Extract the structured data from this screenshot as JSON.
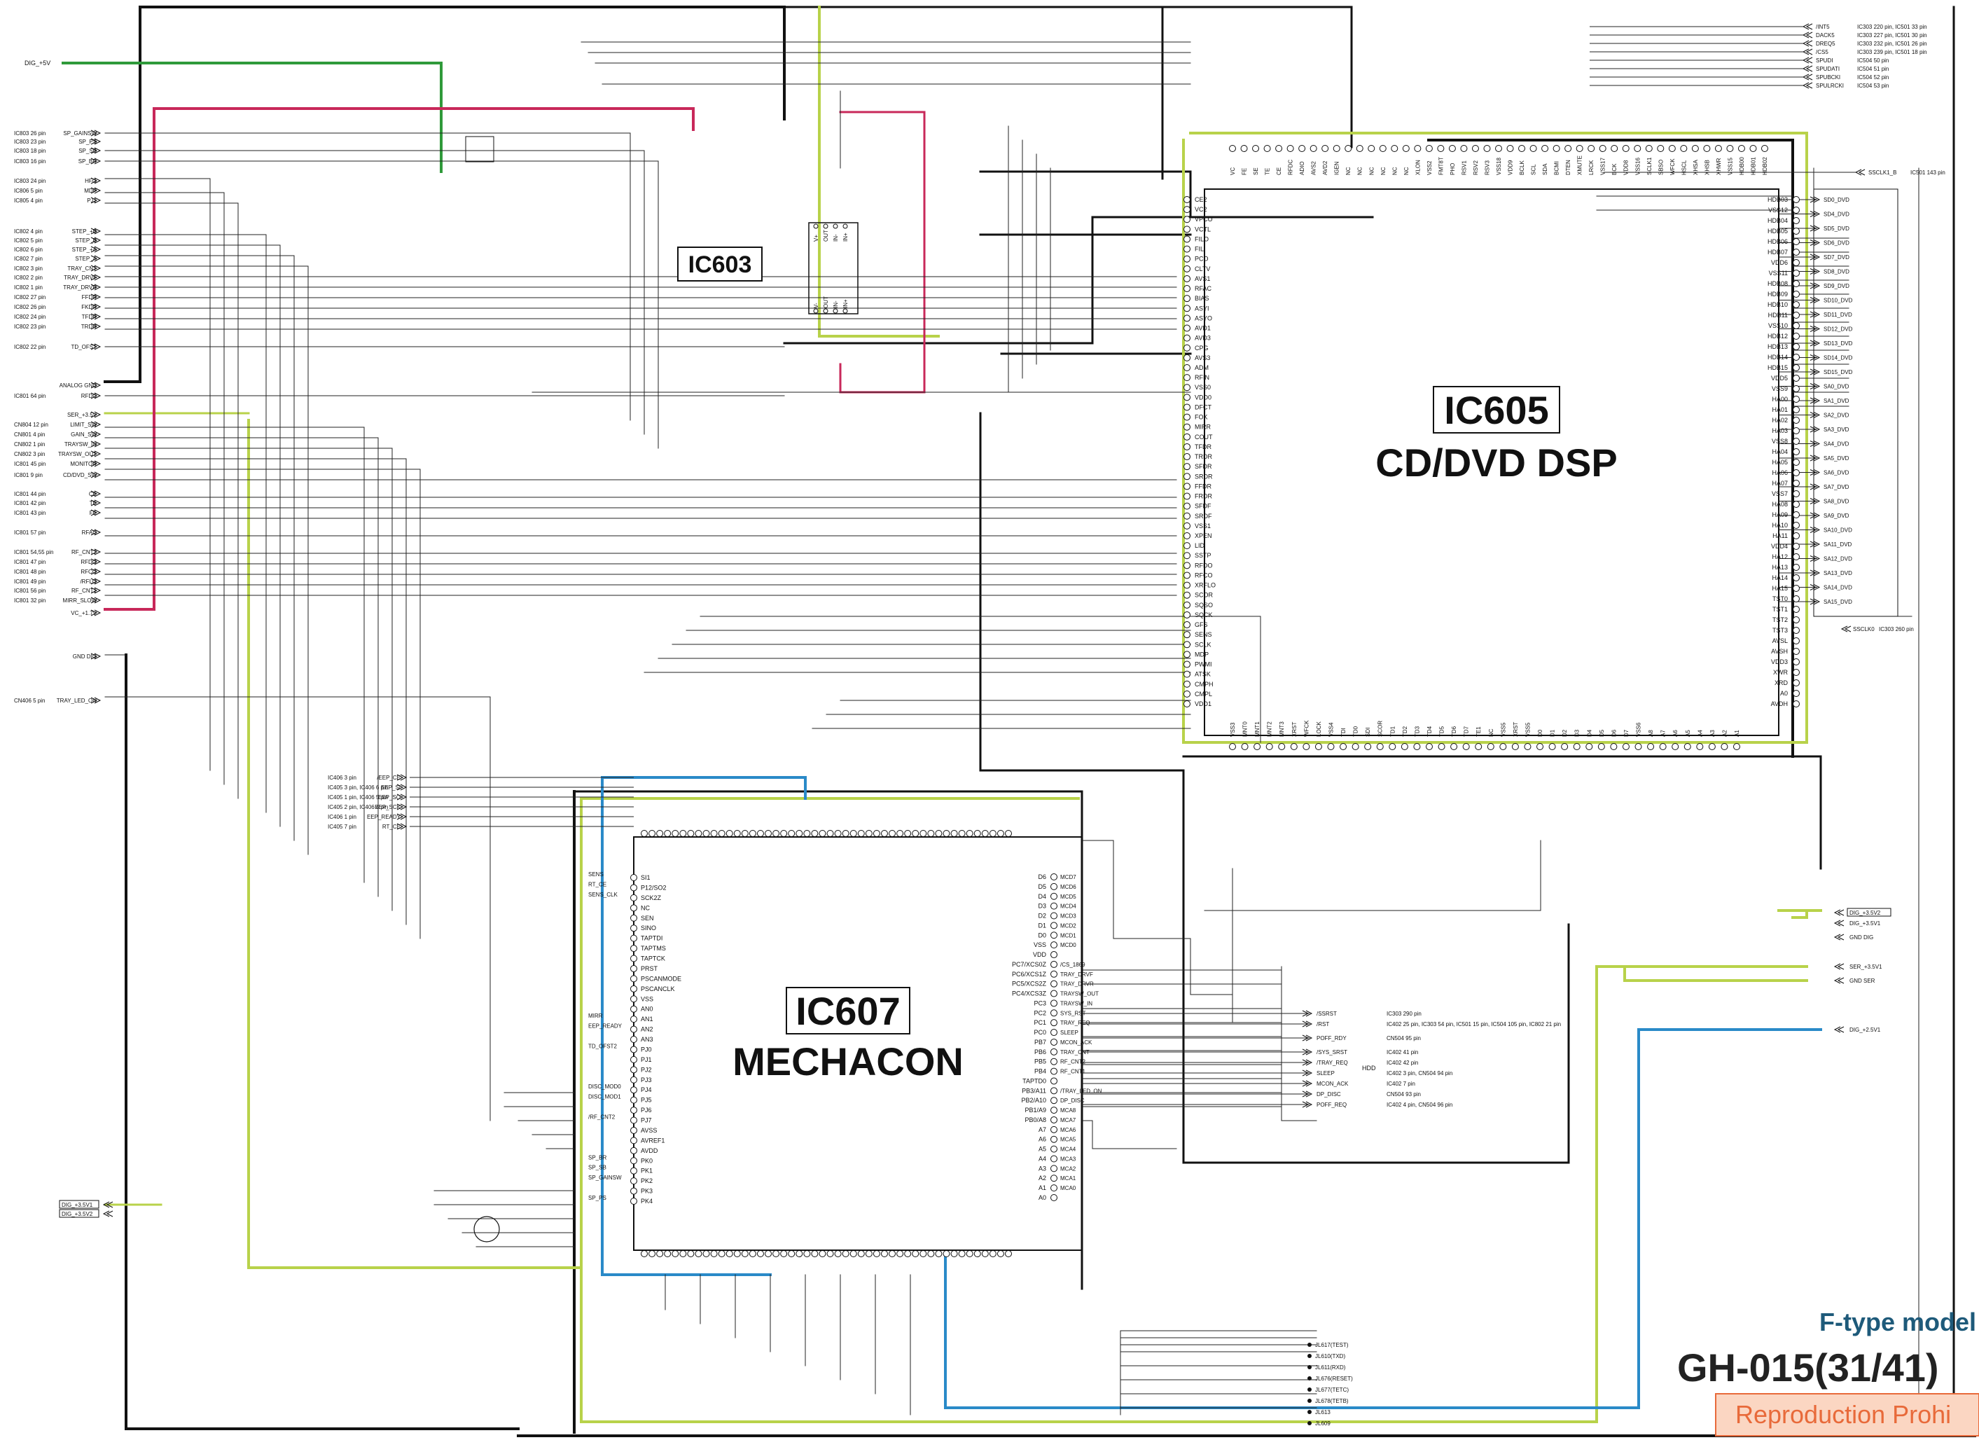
{
  "sheet": {
    "chips": {
      "ic603": {
        "name": "IC603"
      },
      "ic605": {
        "name": "IC605",
        "desc": "CD/DVD DSP"
      },
      "ic607": {
        "name": "IC607",
        "desc": "MECHACON"
      }
    },
    "model": {
      "type_label": "F-type model",
      "code": "GH-015(31/41)",
      "notice": "Reproduction Prohi"
    },
    "left_connectors": [
      {
        "ref": "IC803 26 pin",
        "sig": "SP_GAINSW"
      },
      {
        "ref": "IC803 23 pin",
        "sig": "SP_PS"
      },
      {
        "ref": "IC803 18 pin",
        "sig": "SP_SB"
      },
      {
        "ref": "IC803 16 pin",
        "sig": "SP_BR"
      },
      {
        "ref": "IC803 24 pin",
        "sig": "HFG"
      },
      {
        "ref": "IC806 5 pin",
        "sig": "MDP"
      },
      {
        "ref": "IC805 4 pin",
        "sig": "PJ1"
      },
      {
        "ref": "IC802 4 pin",
        "sig": "STEP_+B"
      },
      {
        "ref": "IC802 5 pin",
        "sig": "STEP_B"
      },
      {
        "ref": "IC802 6 pin",
        "sig": "STEP_+A"
      },
      {
        "ref": "IC802 7 pin",
        "sig": "STEP_A"
      },
      {
        "ref": "IC802 3 pin",
        "sig": "TRAY_CNT"
      },
      {
        "ref": "IC802 2 pin",
        "sig": "TRAY_DRVF"
      },
      {
        "ref": "IC802 1 pin",
        "sig": "TRAY_DRVR"
      },
      {
        "ref": "IC802 27 pin",
        "sig": "FFDR"
      },
      {
        "ref": "IC802 26 pin",
        "sig": "FKDR"
      },
      {
        "ref": "IC802 24 pin",
        "sig": "TFDR"
      },
      {
        "ref": "IC802 23 pin",
        "sig": "TRDR"
      },
      {
        "ref": "IC802 22 pin",
        "sig": "TD_OFST"
      },
      {
        "ref": "",
        "sig": "ANALOG GND"
      },
      {
        "ref": "IC801 64 pin",
        "sig": "RFDC"
      },
      {
        "ref": "",
        "sig": "SER_+3.5V"
      },
      {
        "ref": "CN804 12 pin",
        "sig": "LIMIT_SW"
      },
      {
        "ref": "CN801 4 pin",
        "sig": "GAIN_SW"
      },
      {
        "ref": "CN802 1 pin",
        "sig": "TRAYSW_IN"
      },
      {
        "ref": "CN802 3 pin",
        "sig": "TRAYSW_OUT"
      },
      {
        "ref": "IC801 45 pin",
        "sig": "MONITOR"
      },
      {
        "ref": "IC801 9 pin",
        "sig": "CD/DVD_SW"
      },
      {
        "ref": "IC801 44 pin",
        "sig": "CE"
      },
      {
        "ref": "IC801 42 pin",
        "sig": "TE"
      },
      {
        "ref": "IC801 43 pin",
        "sig": "FE"
      },
      {
        "ref": "IC801 57 pin",
        "sig": "RFAC"
      },
      {
        "ref": "IC801 54,55 pin",
        "sig": "RF_CNT2"
      },
      {
        "ref": "IC801 47 pin",
        "sig": "RFDO"
      },
      {
        "ref": "IC801 48 pin",
        "sig": "RFCO"
      },
      {
        "ref": "IC801 49 pin",
        "sig": "/RFLO"
      },
      {
        "ref": "IC801 56 pin",
        "sig": "RF_CNT1"
      },
      {
        "ref": "IC801 32 pin",
        "sig": "MIRR_SLOW"
      },
      {
        "ref": "",
        "sig": "VC_+1.7V"
      },
      {
        "ref": "",
        "sig": "GND DIG"
      },
      {
        "ref": "CN406 5 pin",
        "sig": "TRAY_LED_ON"
      }
    ],
    "top_left_label": "DIG_+5V",
    "ic603_pins": [
      "V+",
      "OUT",
      "IN-",
      "IN+",
      "V-",
      "OUT",
      "IN-",
      "IN+"
    ],
    "ic605_left_pins": [
      "CE2",
      "VC2",
      "VPCO",
      "VCTL",
      "FILO",
      "FILI",
      "PCO",
      "CLTV",
      "AVS1",
      "RFAC",
      "BIAS",
      "ASYI",
      "ASYO",
      "AVD1",
      "AVD3",
      "CPG",
      "AVS3",
      "ADM",
      "RFIN",
      "VSS0",
      "VDD0",
      "DFCT",
      "FOK",
      "MIRR",
      "COUT",
      "TFDR",
      "TRDR",
      "SFDR",
      "SRDR",
      "FFDR",
      "FRDR",
      "SFDF",
      "SRDF",
      "VSS1",
      "XPEN",
      "LID",
      "SSTP",
      "RFDO",
      "RFCO",
      "XRFLO",
      "SCOR",
      "SQSO",
      "SQCK",
      "GFS",
      "SENS",
      "SCLK",
      "MDP",
      "PWMI",
      "ATSK",
      "CMPH",
      "CMPL",
      "VDD1"
    ],
    "ic605_right_pins": [
      "HDB03",
      "VSS12",
      "HDB04",
      "HDB05",
      "HDB06",
      "HDB07",
      "VDD6",
      "VSS11",
      "HDB08",
      "HDB09",
      "HDB10",
      "HDB11",
      "VSS10",
      "HDB12",
      "HDB13",
      "HDB14",
      "HDB15",
      "VDD5",
      "VSS9",
      "HA00",
      "HA01",
      "HA02",
      "HA03",
      "VSS8",
      "HA04",
      "HA05",
      "HA06",
      "HA07",
      "VSS7",
      "HA08",
      "HA09",
      "HA10",
      "HA11",
      "VDD4",
      "HA12",
      "HA13",
      "HA14",
      "HA15",
      "TST0",
      "TST1",
      "TST2",
      "TST3",
      "AVSL",
      "AVSH",
      "VDD3",
      "XWR",
      "XRD",
      "A0",
      "AVDH"
    ],
    "ic605_top_pins": [
      "VC",
      "FE",
      "SE",
      "TE",
      "CE",
      "RFDC",
      "ADIO",
      "AVS2",
      "AVD2",
      "IGEN",
      "NC",
      "NC",
      "NC",
      "NC",
      "NC",
      "NC",
      "XLON",
      "VSS2",
      "FMT8T",
      "PHO",
      "RSV1",
      "RSV2",
      "RSV3",
      "VSS18",
      "VDD9",
      "BCLK",
      "SCL",
      "SDA",
      "BCMI",
      "DTEN",
      "XMUTE",
      "LRCK",
      "VSS17",
      "BCK",
      "VDD8",
      "VSS16",
      "SCLK1",
      "SBSO",
      "WFCK",
      "HSCL",
      "XHSA",
      "XHSB",
      "XHWR",
      "VSS15",
      "HDB00",
      "HDB01",
      "HDB02"
    ],
    "ic605_bottom_pins": [
      "VSS3",
      "MNT0",
      "MNT1",
      "MNT2",
      "MNT3",
      "XRST",
      "WFCK",
      "LOCK",
      "VSS4",
      "TDI",
      "TD0",
      "SDI",
      "SCOR",
      "TD1",
      "TD2",
      "TD3",
      "TD4",
      "TD5",
      "TD6",
      "TD7",
      "TE1",
      "NC",
      "VSS5",
      "XRST",
      "VSS5",
      "D0",
      "D1",
      "D2",
      "D3",
      "D4",
      "D5",
      "D6",
      "D7",
      "VSS6",
      "A8",
      "A7",
      "A6",
      "A5",
      "A4",
      "A3",
      "A2",
      "A1"
    ],
    "ic607_left_pins": [
      "SI1",
      "P12/SO2",
      "SCK2Z",
      "NC",
      "SEN",
      "SINO",
      "TAPTDI",
      "TAPTMS",
      "TAPTCK",
      "PRST",
      "PSCANMODE",
      "PSCANCLK",
      "VSS",
      "AN0",
      "AN1",
      "AN2",
      "AN3",
      "PJ0",
      "PJ1",
      "PJ2",
      "PJ3",
      "PJ4",
      "PJ5",
      "PJ6",
      "PJ7",
      "AVSS",
      "AVREF1",
      "AVDD",
      "PK0",
      "PK1",
      "PK2",
      "PK3",
      "PK4"
    ],
    "ic607_right_pins": [
      "D6",
      "D5",
      "D4",
      "D3",
      "D2",
      "D1",
      "D0",
      "VSS",
      "VDD",
      "PC7/XCS0Z",
      "PC6/XCS1Z",
      "PC5/XCS2Z",
      "PC4/XCS3Z",
      "PC3",
      "PC2",
      "PC1",
      "PC0",
      "PB7",
      "PB6",
      "PB5",
      "PB4",
      "TAPTD0",
      "PB3/A11",
      "PB2/A10",
      "PB1/A9",
      "PB0/A8",
      "A7",
      "A6",
      "A5",
      "A4",
      "A3",
      "A2",
      "A1",
      "A0"
    ],
    "ic607_left_nets": [
      "SENS",
      "RT_CE",
      "SENS_CLK",
      "",
      "",
      "",
      "",
      "",
      "",
      "",
      "",
      "",
      "",
      "",
      "MIRR",
      "EEP_READY",
      "",
      "TD_OFST2",
      "",
      "",
      "",
      "DISC_MOD0",
      "DISC_MOD1",
      "",
      "/RF_CNT2",
      "",
      "",
      "",
      "SP_BR",
      "SP_SB",
      "SP_GAINSW",
      "",
      "SP_PS"
    ],
    "ic607_right_nets": [
      "MCD7",
      "MCD6",
      "MCD5",
      "MCD4",
      "MCD3",
      "MCD2",
      "MCD1",
      "MCD0",
      "",
      "/CS_1869",
      "TRAY_DRVF",
      "TRAY_DRVR",
      "TRAYSW_OUT",
      "TRAYSW_IN",
      "SYS_RST",
      "TRAY_REQ",
      "SLEEP",
      "MCON_ACK",
      "TRAY_CNT",
      "RF_CNT2",
      "RF_CNT1",
      "",
      "/TRAY_LED_ON",
      "DP_DISC",
      "MCA8",
      "MCA7",
      "MCA6",
      "MCA5",
      "MCA4",
      "MCA3",
      "MCA2",
      "MCA1",
      "MCA0"
    ],
    "eep_signals": [
      {
        "ref": "IC406 3 pin",
        "sig": "/EEP_CE"
      },
      {
        "ref": "IC405 3 pin, IC406 6 pin",
        "sig": "EEP_SI"
      },
      {
        "ref": "IC405 1 pin, IC406 5 pin",
        "sig": "EEP_SO"
      },
      {
        "ref": "IC405 2 pin, IC406 4 pin",
        "sig": "EEP_SCK"
      },
      {
        "ref": "IC406 1 pin",
        "sig": "EEP_READY"
      },
      {
        "ref": "IC405 7 pin",
        "sig": "RT_CE"
      }
    ],
    "right_top_connectors": [
      {
        "sig": "/INT5",
        "ref": "IC303 220 pin, IC501 33 pin"
      },
      {
        "sig": "DACK5",
        "ref": "IC303 227 pin, IC501 30 pin"
      },
      {
        "sig": "DREQ5",
        "ref": "IC303 232 pin, IC501 26 pin"
      },
      {
        "sig": "/CS5",
        "ref": "IC303 239 pin, IC501 18 pin"
      },
      {
        "sig": "SPUDI",
        "ref": "IC504 50 pin"
      },
      {
        "sig": "SPUDATI",
        "ref": "IC504 51 pin"
      },
      {
        "sig": "SPUBCKI",
        "ref": "IC504 52 pin"
      },
      {
        "sig": "SPULRCKI",
        "ref": "IC504 53 pin"
      }
    ],
    "right_top_sig2": {
      "sig": "SSCLK1_B",
      "ref": "IC501 143 pin"
    },
    "right_mid_sig": {
      "sig": "SSCLK0",
      "ref": "IC303 260 pin"
    },
    "right_bus": [
      {
        "sig": "SD0_DVD"
      },
      {
        "sig": "SD4_DVD"
      },
      {
        "sig": "SD5_DVD"
      },
      {
        "sig": "SD6_DVD"
      },
      {
        "sig": "SD7_DVD"
      },
      {
        "sig": "SD8_DVD"
      },
      {
        "sig": "SD9_DVD"
      },
      {
        "sig": "SD10_DVD"
      },
      {
        "sig": "SD11_DVD"
      },
      {
        "sig": "SD12_DVD"
      },
      {
        "sig": "SD13_DVD"
      },
      {
        "sig": "SD14_DVD"
      },
      {
        "sig": "SD15_DVD"
      },
      {
        "sig": "SA0_DVD"
      },
      {
        "sig": "SA1_DVD"
      },
      {
        "sig": "SA2_DVD"
      },
      {
        "sig": "SA3_DVD"
      },
      {
        "sig": "SA4_DVD"
      },
      {
        "sig": "SA5_DVD"
      },
      {
        "sig": "SA6_DVD"
      },
      {
        "sig": "SA7_DVD"
      },
      {
        "sig": "SA8_DVD"
      },
      {
        "sig": "SA9_DVD"
      },
      {
        "sig": "SA10_DVD"
      },
      {
        "sig": "SA11_DVD"
      },
      {
        "sig": "SA12_DVD"
      },
      {
        "sig": "SA13_DVD"
      },
      {
        "sig": "SA14_DVD"
      },
      {
        "sig": "SA15_DVD"
      }
    ],
    "right_power": [
      {
        "sig": "DIG_+3.5V2"
      },
      {
        "sig": "DIG_+3.5V1"
      },
      {
        "sig": "GND DIG"
      },
      {
        "sig": "SER_+3.5V1"
      },
      {
        "sig": "GND SER"
      },
      {
        "sig": "DIG_+2.5V1"
      }
    ],
    "hdd_signals": [
      {
        "sig": "/SSRST",
        "ref": "IC303 290 pin"
      },
      {
        "sig": "/RST",
        "ref": "IC402 25 pin, IC303 54 pin, IC501 15 pin, IC504 105 pin, IC802 21 pin"
      },
      {
        "sig": "POFF_RDY",
        "ref": "CN504 95 pin"
      },
      {
        "sig": "/SYS_SRST",
        "ref": "IC402 41 pin"
      },
      {
        "sig": "/TRAY_REQ",
        "ref": "IC402 42 pin"
      },
      {
        "sig": "SLEEP",
        "ref": "IC402 3 pin, CN504 94 pin"
      },
      {
        "sig": "MCON_ACK",
        "ref": "IC402 7 pin"
      },
      {
        "sig": "DP_DISC",
        "ref": "CN504 93 pin"
      },
      {
        "sig": "POFF_REQ",
        "ref": "IC402 4 pin, CN504 96 pin"
      }
    ],
    "hdd_label": "HDD",
    "bottom_jumpers": [
      "JL617(TEST)",
      "JL610(TXD)",
      "JL611(RXD)",
      "JL676(RESET)",
      "JL677(TETC)",
      "JL678(TETB)",
      "JL613",
      "JL609"
    ],
    "left_bottom_power": [
      {
        "sig": "DIG_+3.5V1"
      },
      {
        "sig": "DIG_+3.5V2"
      }
    ],
    "colors": {
      "net_black": "#111111",
      "net_yellowgreen": "#b8d24a",
      "net_green": "#2f9a3a",
      "net_magenta": "#c8285a",
      "net_blue": "#2a8ac8",
      "model_blue": "#1e5a7a",
      "repro_bg": "#fbd6c2",
      "repro_text": "#e86a3a",
      "red_note": "#d42a2a"
    }
  }
}
